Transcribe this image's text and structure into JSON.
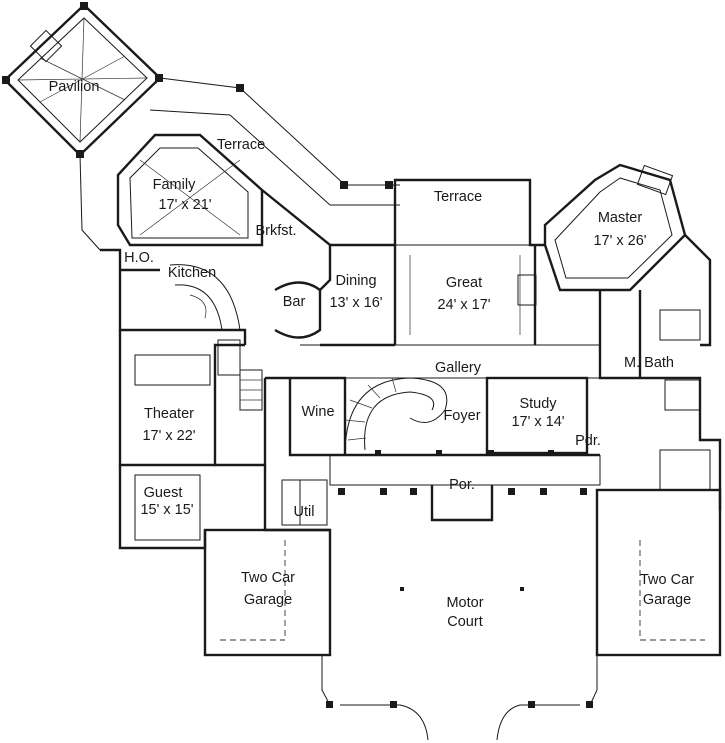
{
  "rooms": {
    "pavilion": {
      "name": "Pavilion"
    },
    "terrace_left": {
      "name": "Terrace"
    },
    "terrace_center": {
      "name": "Terrace"
    },
    "family": {
      "name": "Family",
      "size": "17' x 21'"
    },
    "brkfst": {
      "name": "Brkfst."
    },
    "ho": {
      "name": "H.O."
    },
    "kitchen": {
      "name": "Kitchen"
    },
    "bar": {
      "name": "Bar"
    },
    "dining": {
      "name": "Dining",
      "size": "13' x 16'"
    },
    "great": {
      "name": "Great",
      "size": "24' x 17'"
    },
    "master": {
      "name": "Master",
      "size": "17' x 26'"
    },
    "mbath": {
      "name": "M. Bath"
    },
    "gallery": {
      "name": "Gallery"
    },
    "theater": {
      "name": "Theater",
      "size": "17' x 22'"
    },
    "wine": {
      "name": "Wine"
    },
    "foyer": {
      "name": "Foyer"
    },
    "study": {
      "name": "Study",
      "size": "17' x 14'"
    },
    "pdr": {
      "name": "Pdr."
    },
    "por": {
      "name": "Por."
    },
    "guest": {
      "name": "Guest",
      "size": "15' x 15'"
    },
    "util": {
      "name": "Util"
    },
    "garage_left": {
      "name_line1": "Two Car",
      "name_line2": "Garage"
    },
    "garage_right": {
      "name_line1": "Two Car",
      "name_line2": "Garage"
    },
    "motor_court": {
      "name_line1": "Motor",
      "name_line2": "Court"
    }
  }
}
